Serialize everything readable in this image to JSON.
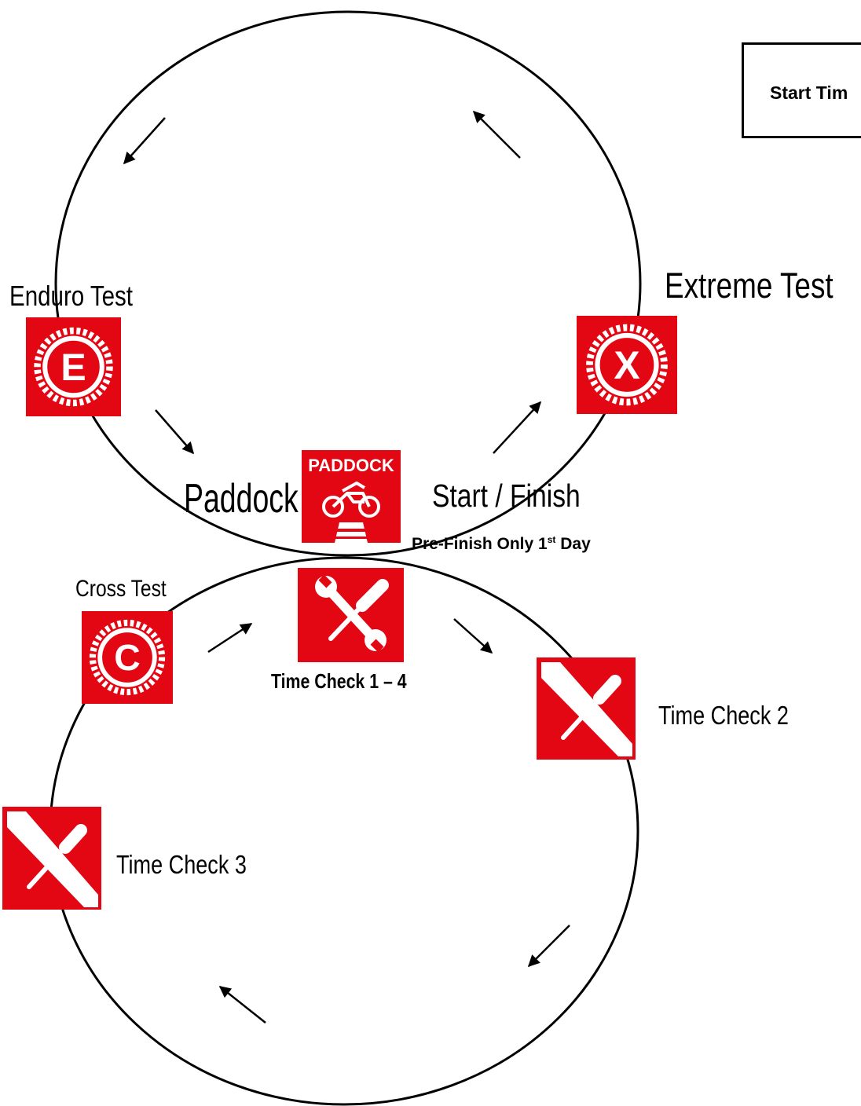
{
  "start_box": {
    "label": "Start Tim"
  },
  "labels": {
    "enduro": "Enduro Test",
    "extreme": "Extreme Test",
    "paddock": "Paddock",
    "start_finish": "Start / Finish",
    "pre_finish": "Pre-Finish Only 1",
    "pre_finish_sup": "st",
    "pre_finish_tail": " Day",
    "cross": "Cross Test",
    "tc14": "Time Check 1 – 4",
    "tc2": "Time Check 2",
    "tc3": "Time Check 3"
  },
  "icons": {
    "enduro": {
      "name": "enduro-test-icon",
      "letter": "E"
    },
    "extreme": {
      "name": "extreme-test-icon",
      "letter": "X"
    },
    "cross": {
      "name": "cross-test-icon",
      "letter": "C"
    },
    "paddock": {
      "name": "paddock-icon",
      "text": "PADDOCK"
    },
    "tc14": {
      "name": "wrench-screwdriver-icon"
    },
    "tc2": {
      "name": "screwdriver-icon"
    },
    "tc3": {
      "name": "screwdriver-icon"
    }
  },
  "colors": {
    "accent": "#e30613",
    "line": "#000000"
  }
}
